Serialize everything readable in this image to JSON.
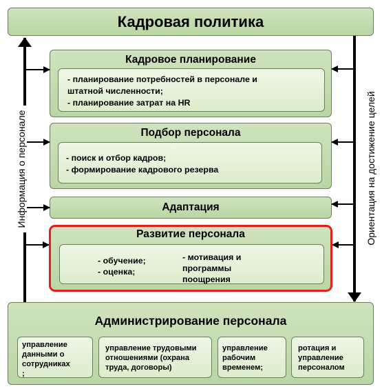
{
  "top": {
    "title": "Кадровая политика"
  },
  "side_labels": {
    "left": "Информация о персонале",
    "right": "Ориентация на достижение целей"
  },
  "planning": {
    "title": "Кадровое планирование",
    "items": [
      "- планирование потребностей в персонале и",
      "штатной численности;",
      "- планирование затрат на HR"
    ]
  },
  "selection": {
    "title": "Подбор персонала",
    "items": [
      "- поиск и отбор кадров;",
      "- формирование кадрового резерва"
    ]
  },
  "adaptation": {
    "title": "Адаптация"
  },
  "development": {
    "title": "Развитие персонала",
    "left_items": [
      "- обучение;",
      "- оценка;"
    ],
    "right_items": [
      "- мотивация и",
      "программы",
      "поощрения"
    ],
    "highlight_color": "#e0201b"
  },
  "administration": {
    "title": "Администрирование персонала",
    "cells": [
      [
        "управление",
        "данными о",
        "сотрудниках",
        ";"
      ],
      [
        "управление трудовыми",
        "отношениями (охрана",
        "труда, договоры)"
      ],
      [
        "управление",
        "рабочим",
        "временем;"
      ],
      [
        "ротация и",
        "управление",
        "персоналом"
      ]
    ]
  }
}
